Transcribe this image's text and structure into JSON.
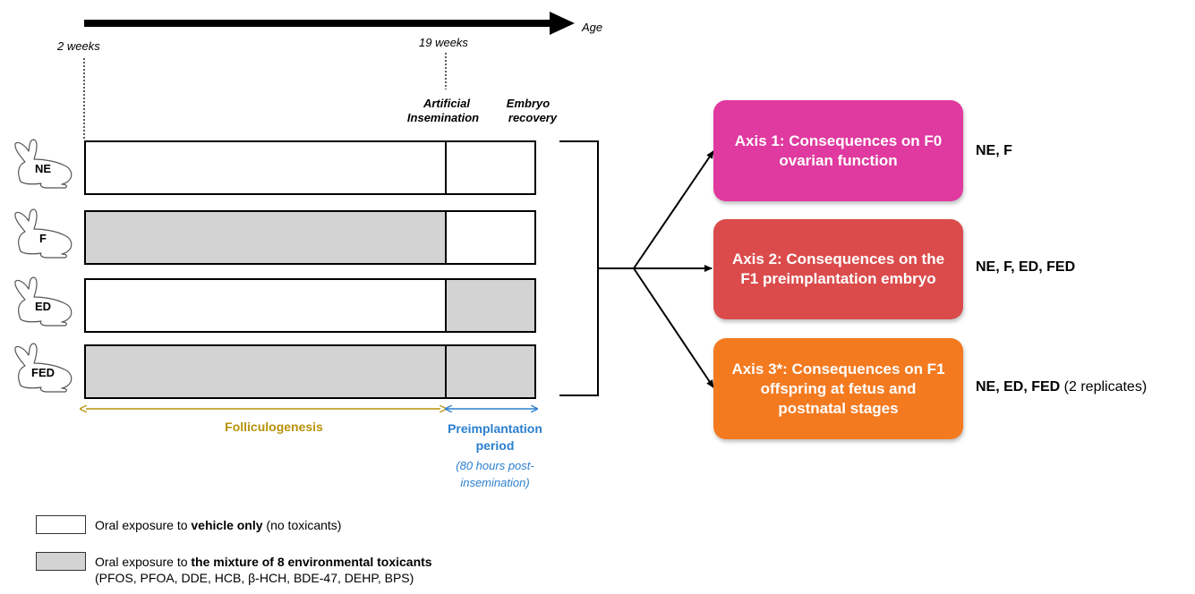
{
  "timeline": {
    "age_label": "Age",
    "start_label": "2 weeks",
    "ai_time_label": "19 weeks",
    "ai_event_label_1": "Artificial",
    "ai_event_label_2": "Insemination",
    "recovery_label_1": "Embryo",
    "recovery_label_2": "recovery"
  },
  "groups": [
    {
      "label": "NE",
      "folliculogenesis_exposed": false,
      "preimplantation_exposed": false
    },
    {
      "label": "F",
      "folliculogenesis_exposed": true,
      "preimplantation_exposed": false
    },
    {
      "label": "ED",
      "folliculogenesis_exposed": false,
      "preimplantation_exposed": true
    },
    {
      "label": "FED",
      "folliculogenesis_exposed": true,
      "preimplantation_exposed": true
    }
  ],
  "periods": {
    "folliculogenesis": "Folliculogenesis",
    "preimplantation_1": "Preimplantation",
    "preimplantation_2": "period",
    "note_1": "(80 hours post-",
    "note_2": "insemination)"
  },
  "axes": [
    {
      "title": "Axis 1: Consequences on F0 ovarian function",
      "groups": "NE, F",
      "extra": "",
      "color": "#e0399f"
    },
    {
      "title": "Axis 2: Consequences on the F1 preimplantation embryo",
      "groups": "NE, F, ED, FED",
      "extra": "",
      "color": "#db4b4b"
    },
    {
      "title": "Axis 3*: Consequences on F1 offspring at fetus and postnatal stages",
      "groups": "NE, ED, FED",
      "extra": " (2 replicates)",
      "color": "#f47a20"
    }
  ],
  "legend": {
    "vehicle_prefix": "Oral exposure to ",
    "vehicle_bold": "vehicle only",
    "vehicle_suffix": " (no toxicants)",
    "mixture_prefix": "Oral exposure to ",
    "mixture_bold": "the mixture of 8 environmental toxicants",
    "mixture_list": "(PFOS, PFOA, DDE, HCB, β-HCH, BDE-47, DEHP, BPS)"
  },
  "colors": {
    "exposed_fill": "#d3d3d3",
    "folliculogenesis": "#b8920a",
    "preimplantation": "#2a7fcf"
  }
}
